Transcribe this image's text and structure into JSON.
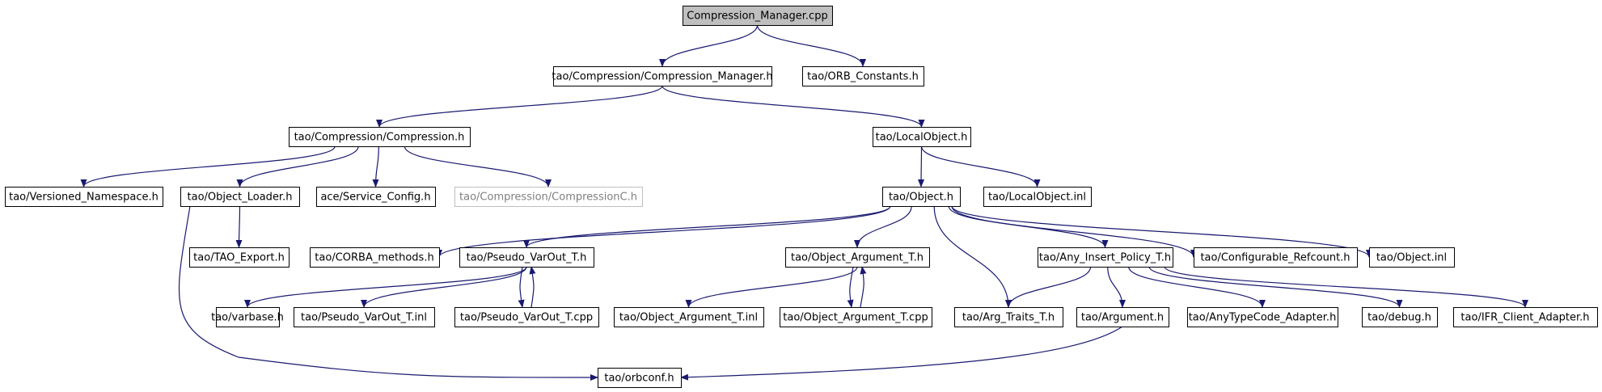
{
  "graph": {
    "nodes": [
      {
        "id": "n0",
        "label": "Compression_Manager.cpp",
        "root": true
      },
      {
        "id": "n1",
        "label": "tao/Compression/Compression_Manager.h"
      },
      {
        "id": "n2",
        "label": "tao/ORB_Constants.h"
      },
      {
        "id": "n3",
        "label": "tao/Compression/Compression.h"
      },
      {
        "id": "n4",
        "label": "tao/LocalObject.h"
      },
      {
        "id": "n5",
        "label": "tao/Versioned_Namespace.h"
      },
      {
        "id": "n6",
        "label": "tao/Object_Loader.h"
      },
      {
        "id": "n7",
        "label": "ace/Service_Config.h"
      },
      {
        "id": "n8",
        "label": "tao/Compression/CompressionC.h",
        "faded": true
      },
      {
        "id": "n9",
        "label": "tao/Object.h"
      },
      {
        "id": "n10",
        "label": "tao/LocalObject.inl"
      },
      {
        "id": "n11",
        "label": "tao/TAO_Export.h"
      },
      {
        "id": "n12",
        "label": "tao/CORBA_methods.h"
      },
      {
        "id": "n13",
        "label": "tao/Pseudo_VarOut_T.h"
      },
      {
        "id": "n14",
        "label": "tao/Object_Argument_T.h"
      },
      {
        "id": "n15",
        "label": "tao/Any_Insert_Policy_T.h"
      },
      {
        "id": "n16",
        "label": "tao/Configurable_Refcount.h"
      },
      {
        "id": "n17",
        "label": "tao/Object.inl"
      },
      {
        "id": "n18",
        "label": "tao/varbase.h"
      },
      {
        "id": "n19",
        "label": "tao/Pseudo_VarOut_T.inl"
      },
      {
        "id": "n20",
        "label": "tao/Pseudo_VarOut_T.cpp"
      },
      {
        "id": "n21",
        "label": "tao/Object_Argument_T.inl"
      },
      {
        "id": "n22",
        "label": "tao/Object_Argument_T.cpp"
      },
      {
        "id": "n23",
        "label": "tao/Arg_Traits_T.h"
      },
      {
        "id": "n24",
        "label": "tao/Argument.h"
      },
      {
        "id": "n25",
        "label": "tao/AnyTypeCode_Adapter.h"
      },
      {
        "id": "n26",
        "label": "tao/debug.h"
      },
      {
        "id": "n27",
        "label": "tao/IFR_Client_Adapter.h"
      },
      {
        "id": "n28",
        "label": "tao/orbconf.h"
      }
    ],
    "edges": [
      [
        "n0",
        "n1"
      ],
      [
        "n0",
        "n2"
      ],
      [
        "n1",
        "n3"
      ],
      [
        "n1",
        "n4"
      ],
      [
        "n3",
        "n5"
      ],
      [
        "n3",
        "n6"
      ],
      [
        "n3",
        "n7"
      ],
      [
        "n3",
        "n8"
      ],
      [
        "n4",
        "n9"
      ],
      [
        "n4",
        "n10"
      ],
      [
        "n6",
        "n11"
      ],
      [
        "n6",
        "n28"
      ],
      [
        "n9",
        "n12"
      ],
      [
        "n9",
        "n13"
      ],
      [
        "n9",
        "n14"
      ],
      [
        "n9",
        "n23"
      ],
      [
        "n9",
        "n15"
      ],
      [
        "n9",
        "n16"
      ],
      [
        "n9",
        "n17"
      ],
      [
        "n13",
        "n18"
      ],
      [
        "n13",
        "n19"
      ],
      [
        "n13",
        "n20"
      ],
      [
        "n20",
        "n13"
      ],
      [
        "n14",
        "n21"
      ],
      [
        "n14",
        "n22"
      ],
      [
        "n22",
        "n14"
      ],
      [
        "n15",
        "n23"
      ],
      [
        "n15",
        "n24"
      ],
      [
        "n15",
        "n25"
      ],
      [
        "n15",
        "n26"
      ],
      [
        "n15",
        "n27"
      ],
      [
        "n24",
        "n28"
      ]
    ]
  }
}
